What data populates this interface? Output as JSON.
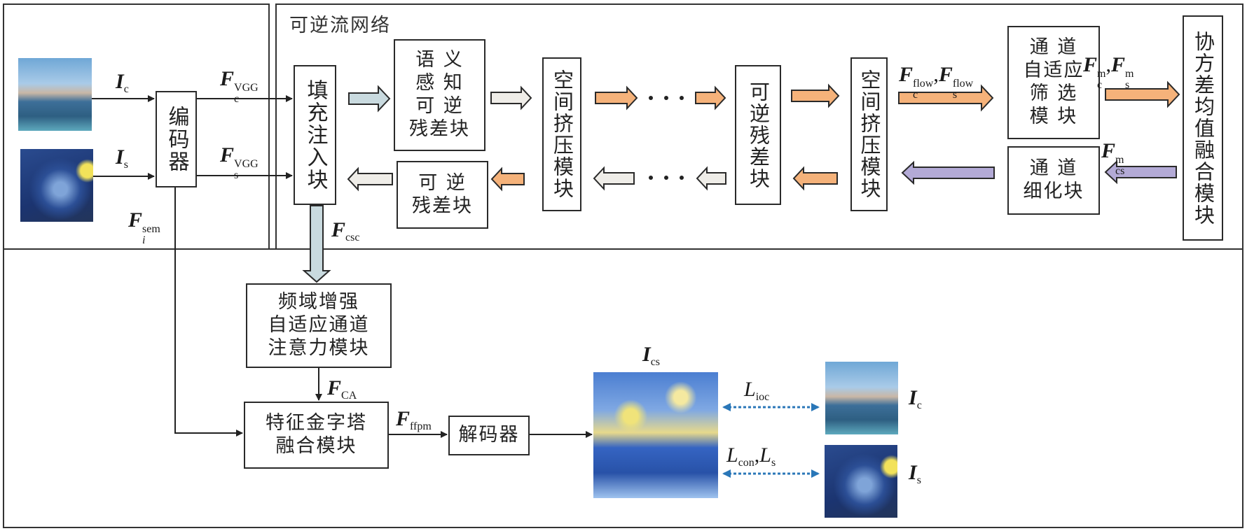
{
  "title": "可逆流网络",
  "encoder": {
    "label": "编码器"
  },
  "decoder": {
    "label": "解码器"
  },
  "blocks": {
    "padding_injection": "填充注入块",
    "semantic_residual": "语 义\n感 知\n可 逆\n残差块",
    "inverse_residual_bottom": "可 逆\n残差块",
    "squeeze_left": "空间挤压模块",
    "inverse_residual_mid": "可逆残差块",
    "squeeze_right": "空间挤压模块",
    "channel_filter": "通 道\n自适应\n筛 选\n模 块",
    "channel_refine": "通 道\n细化块",
    "covariance_fusion": "协方差均值融合模块",
    "freq_attention": "频域增强\n自适应通道\n注意力模块",
    "pyramid_fusion": "特征金字塔\n融合模块"
  },
  "labels": {
    "Ic": {
      "main": "I",
      "sub": "c"
    },
    "Is": {
      "main": "I",
      "sub": "s"
    },
    "Fc_vgg": {
      "main": "F",
      "sub": "c",
      "sup": "VGG"
    },
    "Fs_vgg": {
      "main": "F",
      "sub": "s",
      "sup": "VGG"
    },
    "Fi_sem": {
      "main": "F",
      "sub": "i",
      "sup": "sem"
    },
    "F_csc": {
      "main": "F",
      "sub": "csc"
    },
    "F_flow_c": {
      "main": "F",
      "sub": "c",
      "sup": "flow"
    },
    "F_flow_s": {
      "main": "F",
      "sub": "s",
      "sup": "flow"
    },
    "F_m_c": {
      "main": "F",
      "sub": "c",
      "sup": "m"
    },
    "F_m_s": {
      "main": "F",
      "sub": "s",
      "sup": "m"
    },
    "F_m_cs": {
      "main": "F",
      "sub": "cs",
      "sup": "m"
    },
    "F_CA": {
      "main": "F",
      "sub": "CA"
    },
    "F_ffpm": {
      "main": "F",
      "sub": "ffpm"
    },
    "I_cs": {
      "main": "I",
      "sub": "cs"
    },
    "L_ioc": {
      "main": "L",
      "sub": "ioc"
    },
    "L_con": {
      "main": "L",
      "sub": "con"
    },
    "L_s": {
      "main": "L",
      "sub": "s"
    },
    "Ic_out": {
      "main": "I",
      "sub": "c"
    },
    "Is_out": {
      "main": "I",
      "sub": "s"
    }
  },
  "images": {
    "content": "content-image-venice",
    "style": "style-image-starry-night",
    "stylized": "stylized-output-image"
  },
  "colors": {
    "line": "#222222",
    "orange_arrow": "#f5b27a",
    "light_blue_arrow": "#c9dadf",
    "light_grey_arrow": "#efede8",
    "purple_arrow": "#b3aad6",
    "loss_arrow": "#2a77b8"
  },
  "ellipsis": "· · ·"
}
